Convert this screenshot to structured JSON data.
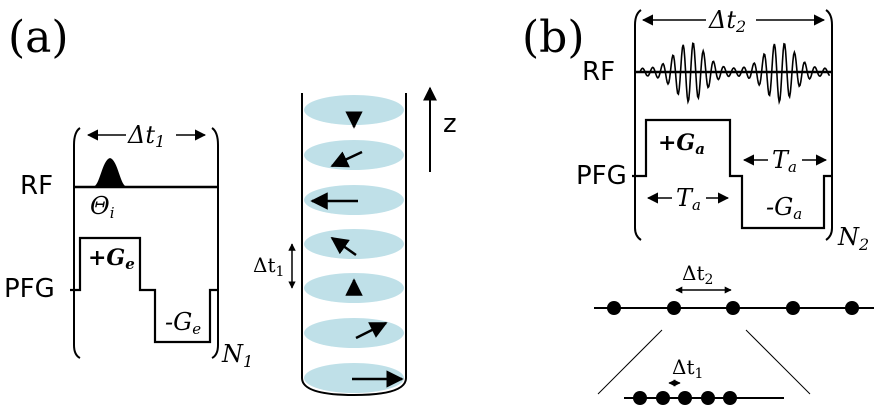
{
  "panel_a": {
    "label": "(a)",
    "rf_label": "RF",
    "pfg_label": "PFG",
    "delta_t1_label": "Δt",
    "delta_t1_sub": "1",
    "pulse_label": "Θ",
    "pulse_sub": "i",
    "plus_ge": "+G",
    "plus_ge_sub": "e",
    "minus_ge": "-G",
    "minus_ge_sub": "e",
    "n1": "N",
    "n1_sub": "1"
  },
  "tube": {
    "z_label": "z",
    "delta_label": "Δt",
    "delta_sub": "1",
    "colors": {
      "slice": "#bfe0e8",
      "line": "#000000"
    }
  },
  "panel_b": {
    "label": "(b)",
    "rf_label": "RF",
    "pfg_label": "PFG",
    "delta_t2_label": "Δt",
    "delta_t2_sub": "2",
    "plus_ga": "+G",
    "plus_ga_sub": "a",
    "minus_ga": "-G",
    "minus_ga_sub": "a",
    "ta_label": "T",
    "ta_sub": "a",
    "n2": "N",
    "n2_sub": "2",
    "dots_top_label": "Δt",
    "dots_top_sub": "2",
    "dots_bottom_label": "Δt",
    "dots_bottom_sub": "1"
  }
}
